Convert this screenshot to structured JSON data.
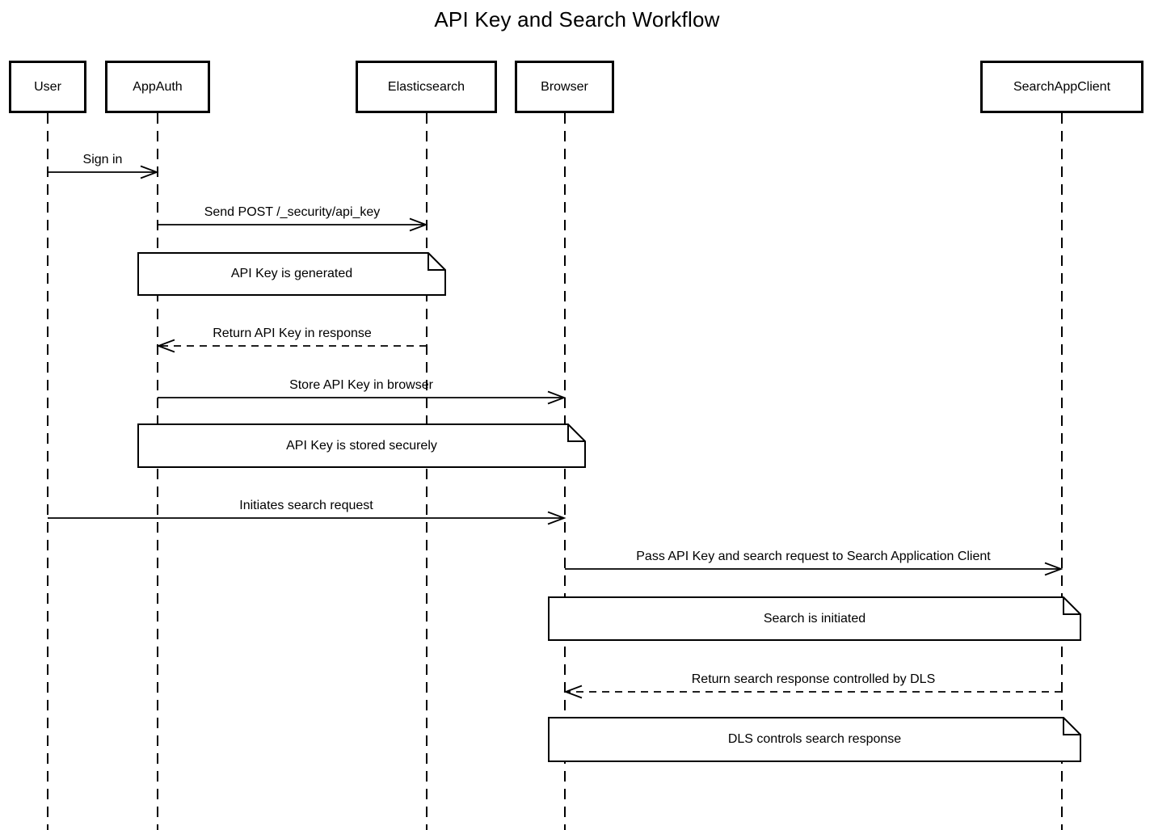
{
  "title": "API Key and Search Workflow",
  "participants": [
    {
      "name": "User"
    },
    {
      "name": "AppAuth"
    },
    {
      "name": "Elasticsearch"
    },
    {
      "name": "Browser"
    },
    {
      "name": "SearchAppClient"
    }
  ],
  "messages": [
    {
      "label": "Sign in",
      "from": "User",
      "to": "AppAuth",
      "line": "solid"
    },
    {
      "label": "Send POST /_security/api_key",
      "from": "AppAuth",
      "to": "Elasticsearch",
      "line": "solid"
    },
    {
      "label": "Return API Key in response",
      "from": "Elasticsearch",
      "to": "AppAuth",
      "line": "dashed"
    },
    {
      "label": "Store API Key in browser",
      "from": "AppAuth",
      "to": "Browser",
      "line": "solid"
    },
    {
      "label": "Initiates search request",
      "from": "User",
      "to": "Browser",
      "line": "solid"
    },
    {
      "label": "Pass API Key and search request to Search Application Client",
      "from": "Browser",
      "to": "SearchAppClient",
      "line": "solid"
    },
    {
      "label": "Return search response controlled by DLS",
      "from": "SearchAppClient",
      "to": "Browser",
      "line": "dashed"
    }
  ],
  "notes": [
    {
      "label": "API Key is generated",
      "over": "AppAuth, Elasticsearch"
    },
    {
      "label": "API Key is stored securely",
      "over": "AppAuth, Browser"
    },
    {
      "label": "Search is initiated",
      "over": "Browser, SearchAppClient"
    },
    {
      "label": "DLS controls search response",
      "over": "Browser, SearchAppClient"
    }
  ],
  "colors": {
    "stroke": "#000000",
    "background": "#ffffff"
  }
}
